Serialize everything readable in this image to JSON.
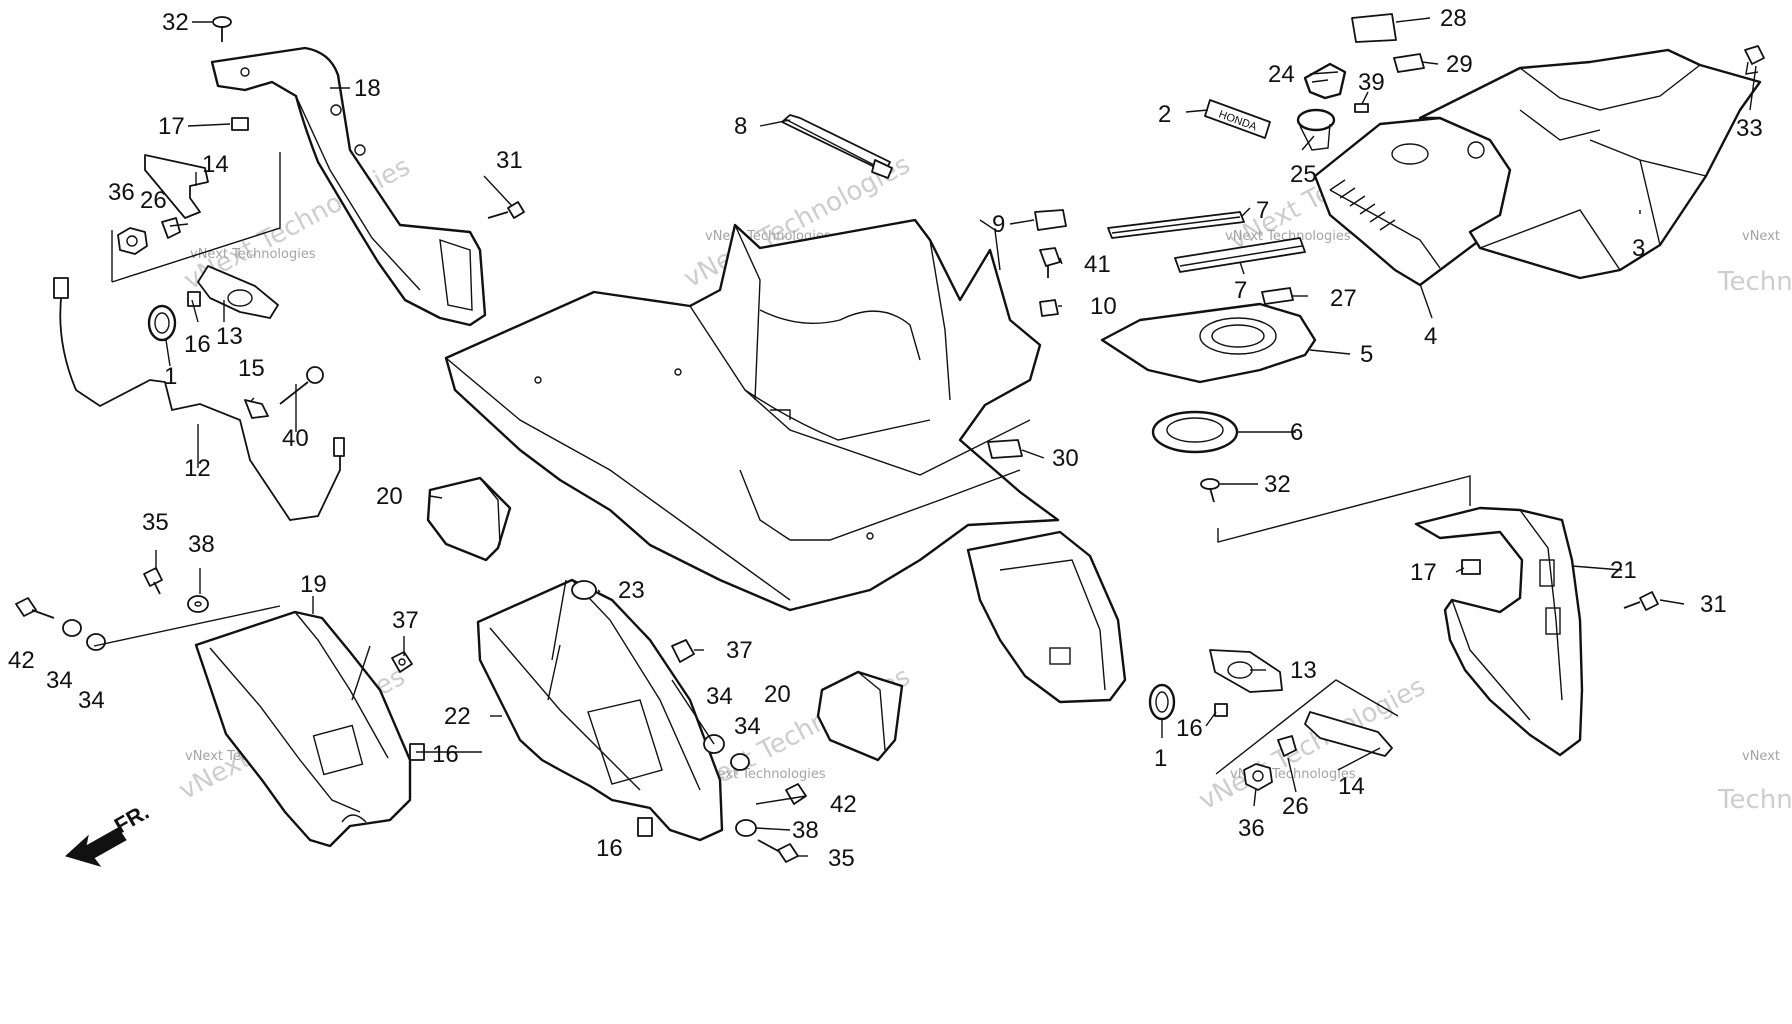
{
  "diagram": {
    "callouts": [
      "32",
      "18",
      "17",
      "14",
      "36",
      "26",
      "31",
      "16",
      "13",
      "1",
      "15",
      "40",
      "12",
      "35",
      "38",
      "19",
      "42",
      "34",
      "34",
      "37",
      "16",
      "20",
      "23",
      "22",
      "37",
      "34",
      "34",
      "20",
      "42",
      "16",
      "38",
      "35",
      "8",
      "9",
      "41",
      "10",
      "30",
      "2",
      "7",
      "7",
      "28",
      "24",
      "29",
      "39",
      "33",
      "25",
      "3",
      "4",
      "27",
      "5",
      "6",
      "32",
      "17",
      "21",
      "31",
      "13",
      "1",
      "16",
      "14",
      "36",
      "26"
    ],
    "direction_label": "FR.",
    "watermark": {
      "company": "vNext Technologies",
      "short": "vNext",
      "fragment": "Technologies",
      "fragment_short": "Techn"
    },
    "badge_text": "HONDA"
  }
}
